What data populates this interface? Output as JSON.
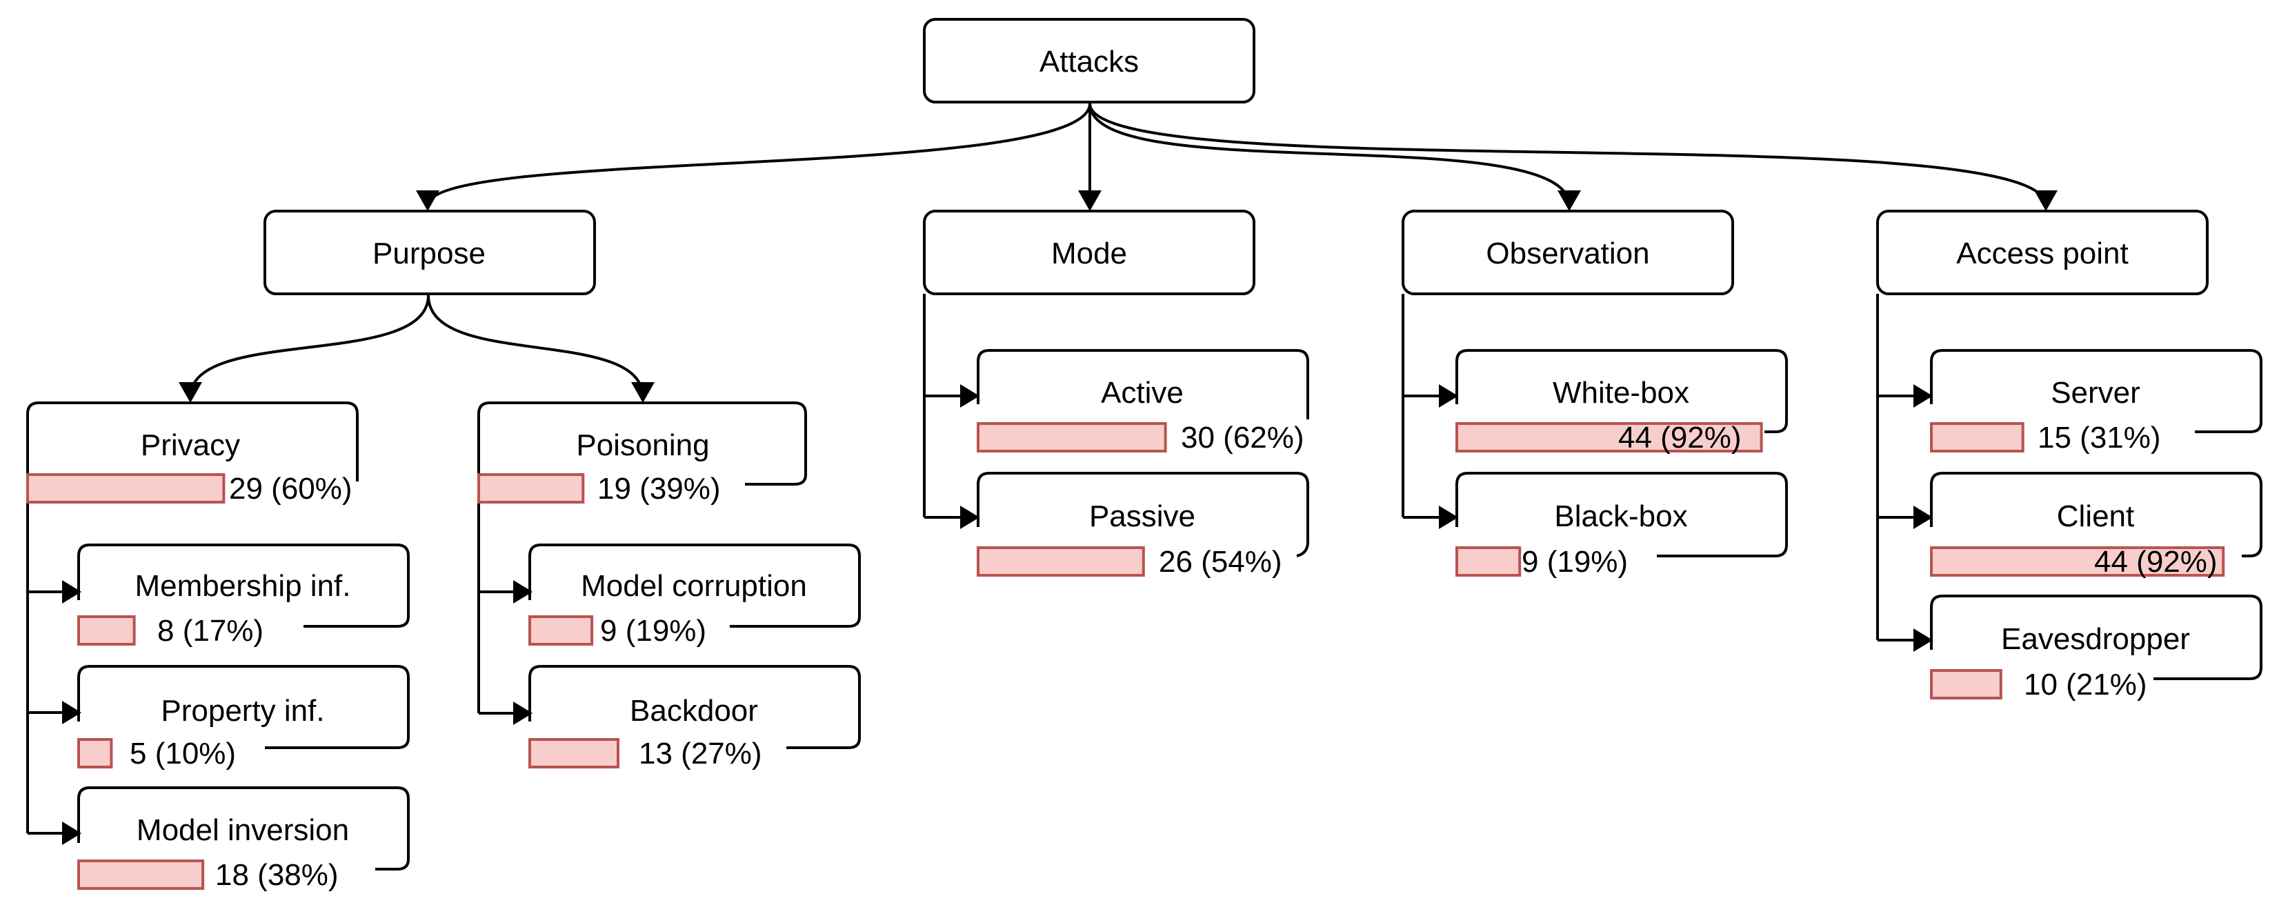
{
  "root": {
    "label": "Attacks"
  },
  "categories": [
    {
      "label": "Purpose"
    },
    {
      "label": "Mode"
    },
    {
      "label": "Observation"
    },
    {
      "label": "Access point"
    }
  ],
  "purpose_groups": [
    {
      "label": "Privacy",
      "count": 29,
      "percent": 60,
      "text": "29 (60%)"
    },
    {
      "label": "Poisoning",
      "count": 19,
      "percent": 39,
      "text": "19 (39%)"
    }
  ],
  "items": {
    "privacy": [
      {
        "label": "Membership inf.",
        "count": 8,
        "percent": 17,
        "text": "8 (17%)"
      },
      {
        "label": "Property inf.",
        "count": 5,
        "percent": 10,
        "text": "5 (10%)"
      },
      {
        "label": "Model inversion",
        "count": 18,
        "percent": 38,
        "text": "18 (38%)"
      }
    ],
    "poisoning": [
      {
        "label": "Model corruption",
        "count": 9,
        "percent": 19,
        "text": "9 (19%)"
      },
      {
        "label": "Backdoor",
        "count": 13,
        "percent": 27,
        "text": "13 (27%)"
      }
    ],
    "mode": [
      {
        "label": "Active",
        "count": 30,
        "percent": 62,
        "text": "30 (62%)"
      },
      {
        "label": "Passive",
        "count": 26,
        "percent": 54,
        "text": "26 (54%)"
      }
    ],
    "observation": [
      {
        "label": "White-box",
        "count": 44,
        "percent": 92,
        "text": "44 (92%)"
      },
      {
        "label": "Black-box",
        "count": 9,
        "percent": 19,
        "text": "9 (19%)"
      }
    ],
    "access_point": [
      {
        "label": "Server",
        "count": 15,
        "percent": 31,
        "text": "15 (31%)"
      },
      {
        "label": "Client",
        "count": 44,
        "percent": 92,
        "text": "44 (92%)"
      },
      {
        "label": "Eavesdropper",
        "count": 10,
        "percent": 21,
        "text": "10 (21%)"
      }
    ]
  },
  "colors": {
    "bar_fill": "#f8cecc",
    "bar_stroke": "#b85450",
    "line": "#000000"
  }
}
